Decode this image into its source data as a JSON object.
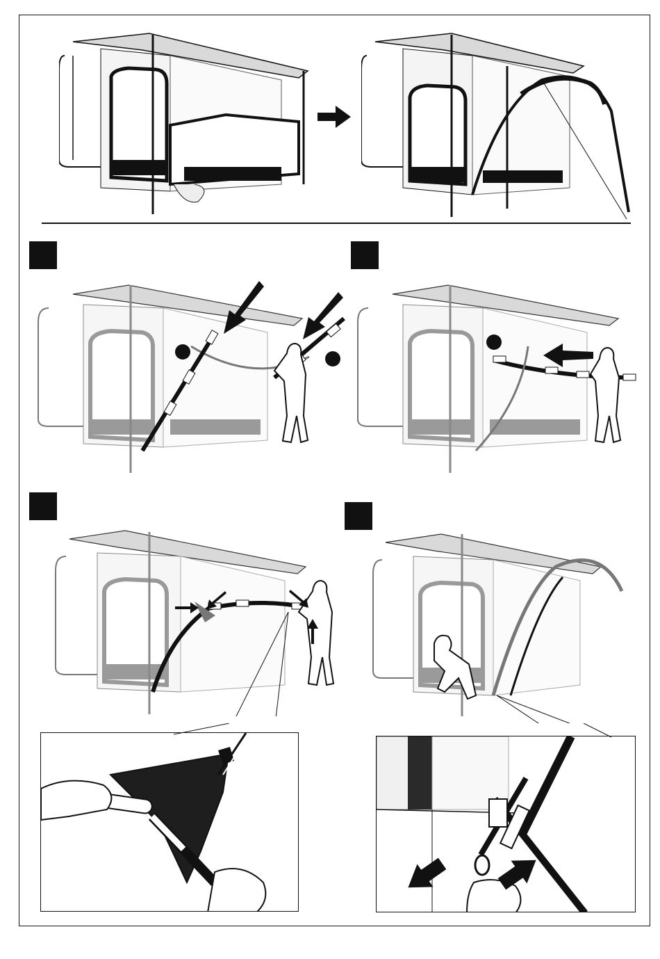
{
  "document": {
    "kind": "assembly-instruction-page",
    "palette": {
      "ink": "#111111",
      "mid_gray": "#8a8a8a",
      "light_gray": "#cfcfcf",
      "fabric_dark": "#2a2a2a",
      "paper": "#ffffff"
    }
  },
  "overview": {
    "before_scene": "awning-tent-with-front-panel",
    "after_scene": "awning-tent-with-arched-canopy",
    "arrow_icon": "right-arrow-icon"
  },
  "steps": [
    {
      "badge": "step-1",
      "callouts": [
        "callout-a",
        "callout-b"
      ],
      "scene": "insert-poles-into-sleeves"
    },
    {
      "badge": "step-2",
      "callouts": [
        "callout-a"
      ],
      "scene": "push-pole-through-sleeve"
    },
    {
      "badge": "step-3",
      "callouts": [],
      "scene": "connect-pole-ends-to-corner-pocket"
    },
    {
      "badge": "step-4",
      "callouts": [],
      "scene": "fasten-pole-foot-to-strap"
    }
  ],
  "details": {
    "step3": "corner-pocket-closeup",
    "step4": "strap-buckle-closeup"
  }
}
